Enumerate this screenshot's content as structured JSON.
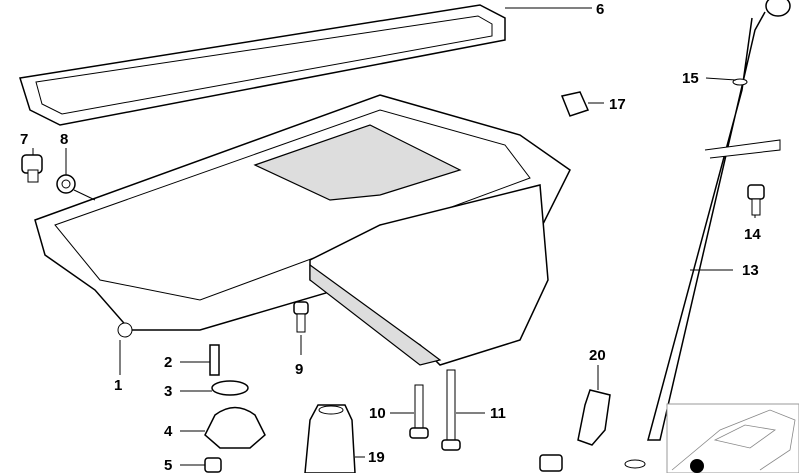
{
  "diagram": {
    "title": "Oil pan assembly exploded view",
    "callouts": [
      "1",
      "2",
      "3",
      "4",
      "5",
      "6",
      "7",
      "8",
      "9",
      "10",
      "11",
      "13",
      "14",
      "15",
      "17",
      "19",
      "20"
    ]
  },
  "colors": {
    "line": "#000000",
    "background": "#ffffff",
    "thumbnail_border": "#999999"
  }
}
